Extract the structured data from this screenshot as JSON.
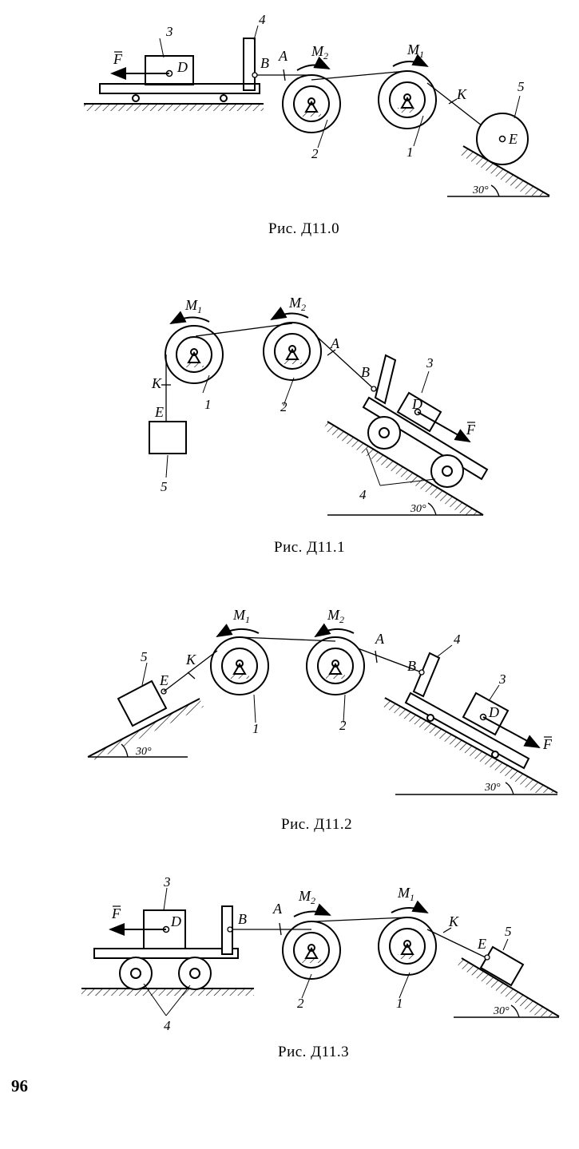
{
  "captions": [
    "Рис. Д11.0",
    "Рис. Д11.1",
    "Рис. Д11.2",
    "Рис. Д11.3"
  ],
  "page_number": "96",
  "labels": {
    "F": "F",
    "M1": "M",
    "M1_sub": "1",
    "M2": "M",
    "M2_sub": "2",
    "A": "A",
    "B": "B",
    "D": "D",
    "E": "E",
    "K": "K",
    "n1": "1",
    "n2": "2",
    "n3": "3",
    "n4": "4",
    "n5": "5",
    "angle": "30°"
  }
}
